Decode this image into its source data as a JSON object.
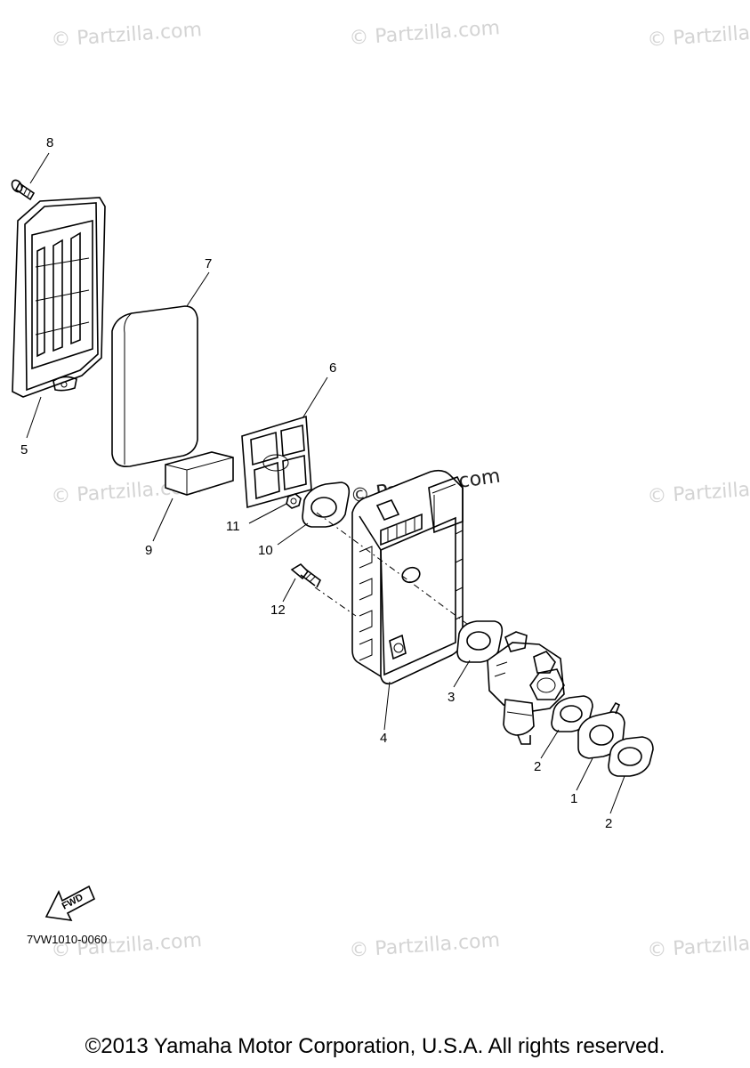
{
  "watermark_text": "© Partzilla.com",
  "callouts": {
    "c1": "1",
    "c2a": "2",
    "c2b": "2",
    "c3": "3",
    "c4": "4",
    "c5": "5",
    "c6": "6",
    "c7": "7",
    "c8": "8",
    "c9": "9",
    "c10": "10",
    "c11": "11",
    "c12": "12"
  },
  "fwd_label": "FWD",
  "diagram_code": "7VW1010-0060",
  "copyright": "©2013 Yamaha Motor Corporation, U.S.A. All rights reserved."
}
